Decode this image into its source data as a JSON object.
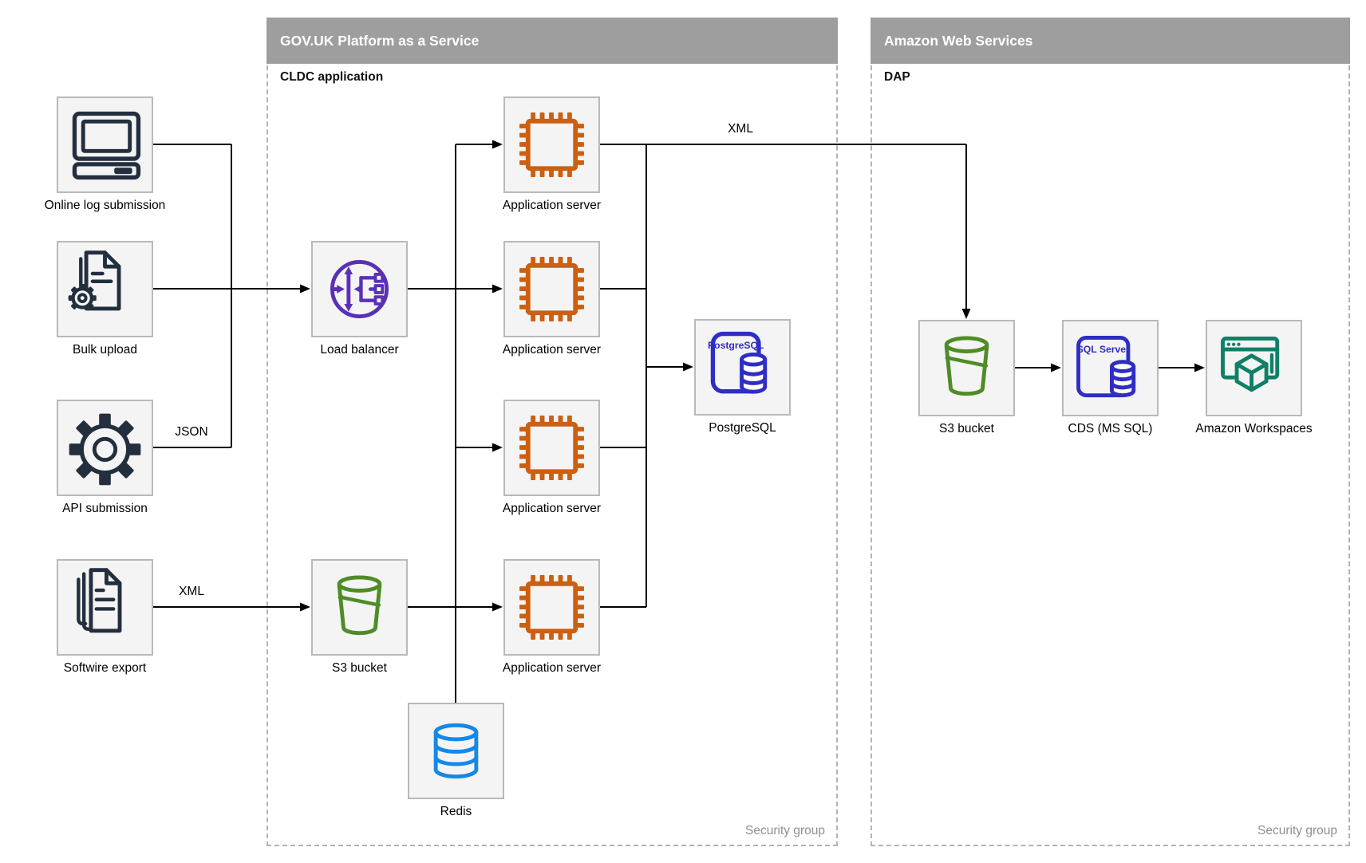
{
  "containers": {
    "paas": {
      "title": "GOV.UK Platform as a Service",
      "sublabel": "CLDC application",
      "footer": "Security group"
    },
    "aws": {
      "title": "Amazon Web Services",
      "sublabel": "DAP",
      "footer": "Security group"
    }
  },
  "nodes": {
    "online_log": {
      "label": "Online log submission"
    },
    "bulk_upload": {
      "label": "Bulk upload"
    },
    "api_submission": {
      "label": "API submission"
    },
    "softwire_export": {
      "label": "Softwire export"
    },
    "load_balancer": {
      "label": "Load balancer"
    },
    "s3_paas": {
      "label": "S3 bucket"
    },
    "app_server_1": {
      "label": "Application server"
    },
    "app_server_2": {
      "label": "Application server"
    },
    "app_server_3": {
      "label": "Application server"
    },
    "app_server_4": {
      "label": "Application server"
    },
    "postgresql": {
      "label": "PostgreSQL",
      "icon_text": "PostgreSQL"
    },
    "redis": {
      "label": "Redis"
    },
    "s3_aws": {
      "label": "S3 bucket"
    },
    "cds": {
      "label": "CDS (MS SQL)",
      "icon_text": "SQL Server"
    },
    "workspaces": {
      "label": "Amazon Workspaces"
    }
  },
  "edge_labels": {
    "xml_top": "XML",
    "xml_softwire": "XML",
    "json_api": "JSON"
  },
  "colors": {
    "navy": "#232f3e",
    "orange": "#cc5f10",
    "purple": "#5a31b5",
    "green": "#4e8c26",
    "indigo": "#2e2ec4",
    "redis_blue": "#1588e8",
    "teal": "#0e8066",
    "header_gray": "#9e9e9e",
    "line": "#000000",
    "box_fill": "#f4f4f4",
    "box_border": "#b9b9b9",
    "dashed_border": "#b3b3b3",
    "muted_text": "#8f8f8f"
  }
}
